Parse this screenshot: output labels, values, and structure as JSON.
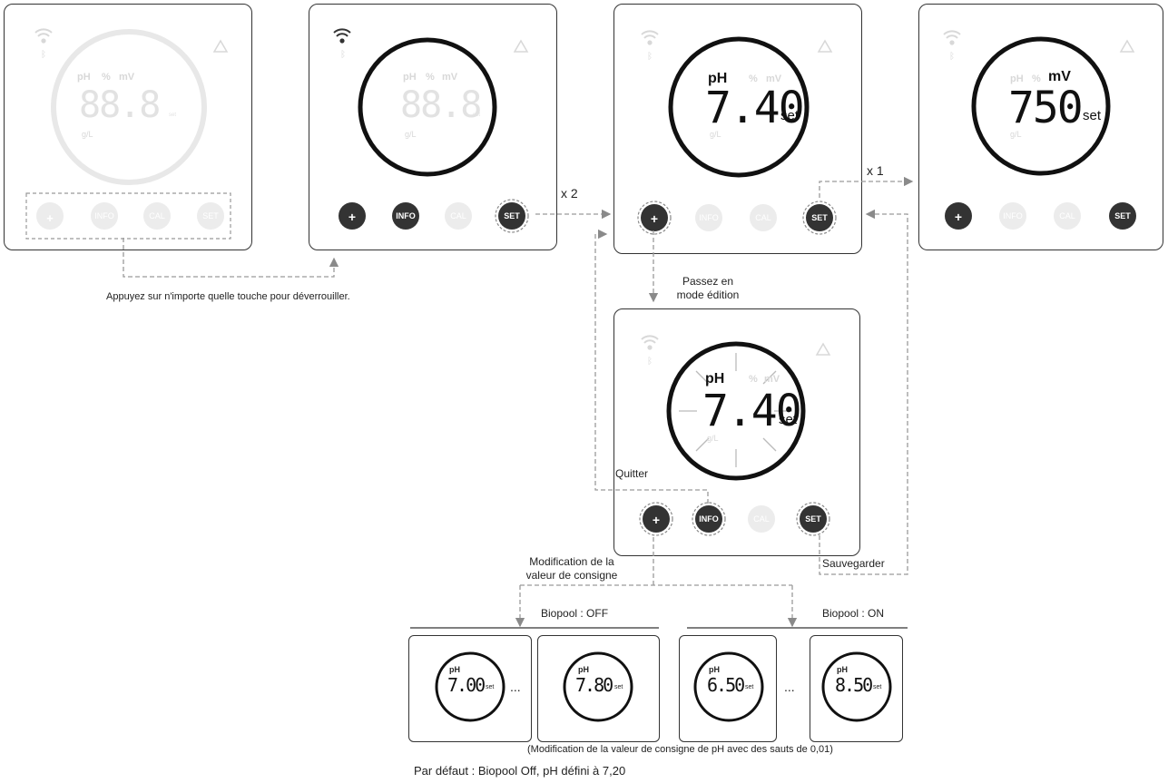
{
  "figure_id": "20.3",
  "indicators": {
    "ph": "pH",
    "percent": "%",
    "mv": "mV",
    "gl": "g/L",
    "set": "set",
    "segments_all": "88.8"
  },
  "buttons": {
    "plus": "+",
    "info": "INFO",
    "cal": "CAL",
    "set": "SET"
  },
  "screens": {
    "ph_value": "7.40",
    "mv_value": "750"
  },
  "labels": {
    "unlock": "Appuyez sur n'importe quelle touche pour déverrouiller.",
    "x2": "x 2",
    "x1": "x 1",
    "edit_mode": [
      "Passez en",
      "mode édition"
    ],
    "quit": "Quitter",
    "modify": [
      "Modification de la",
      "valeur de consigne"
    ],
    "save": "Sauvegarder",
    "biopool_off": "Biopool : OFF",
    "biopool_on": "Biopool : ON",
    "ellipsis": "...",
    "step_note": "(Modification de la valeur de consigne de pH avec des sauts de 0,01)",
    "default_note": "Par défaut : Biopool Off, pH défini à 7,20"
  },
  "mini_screens": [
    "7.00",
    "7.80",
    "6.50",
    "8.50"
  ],
  "colors": {
    "active_button": "#333333",
    "inactive": "#e6e6e6",
    "faded_text": "#d6d6d6",
    "arrow": "#8a8a8a"
  }
}
